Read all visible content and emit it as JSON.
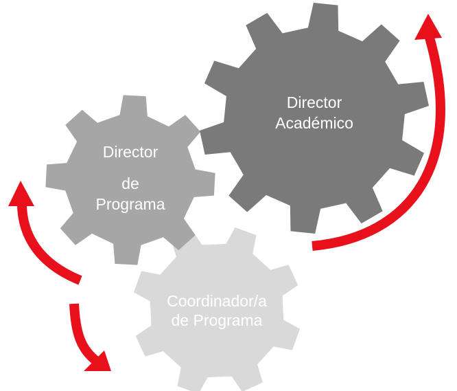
{
  "diagram": {
    "gears": [
      {
        "id": "director-academico",
        "lines": [
          "Director",
          "Académico"
        ],
        "color": "#7a7a7a",
        "text_color": "#ffffff"
      },
      {
        "id": "director-programa",
        "lines": [
          "Director",
          "de",
          "Programa"
        ],
        "color": "#a6a6a6",
        "text_color": "#ffffff"
      },
      {
        "id": "coordinador-programa",
        "lines": [
          "Coordinador/a",
          "de Programa"
        ],
        "color": "#d9d9d9",
        "text_color": "#f2f2f2"
      }
    ],
    "arrow_color": "#e8111b"
  }
}
